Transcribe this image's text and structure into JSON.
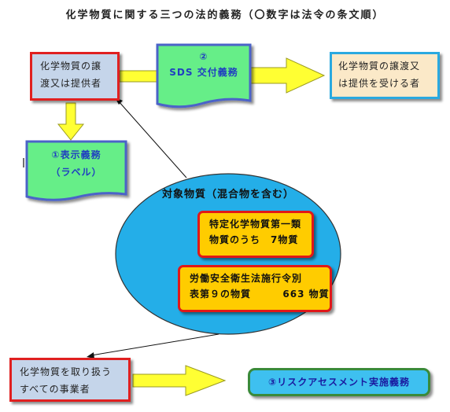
{
  "title": "化学物質に関する三つの法的義務（〇数字は法令の条文順）",
  "provider_box": {
    "line1": "化学物質の譲",
    "line2": "渡又は提供者"
  },
  "receiver_box": {
    "line1": "化学物質の譲渡又",
    "line2": "は提供を受ける者"
  },
  "sds_doc": {
    "number": "②",
    "label": "SDS 交付義務"
  },
  "label_doc": {
    "line1": "①表示義務",
    "line2": "（ラベル）"
  },
  "ellipse": {
    "title": "対象物質（混合物を含む）",
    "box1": {
      "line1": "特定化学物質第一類",
      "line2": "物質のうち　7物質"
    },
    "box2": {
      "line1": "労働安全衛生法施行令別",
      "line2_left": "表第９の物質",
      "line2_right": "663 物質"
    }
  },
  "handler_box": {
    "line1": "化学物質を取り扱う",
    "line2": "すべての事業者"
  },
  "risk_box": {
    "label": "③リスクアセスメント実施義務"
  },
  "colors": {
    "doc_fill": "#66ee88",
    "doc_stroke": "#4b63c8",
    "arrow_fill": "#ffff33",
    "arrow_stroke": "#9a9a20",
    "ellipse_fill": "#24aee8",
    "box_red": "#e02020",
    "box_cyan": "#2aa9e0"
  }
}
